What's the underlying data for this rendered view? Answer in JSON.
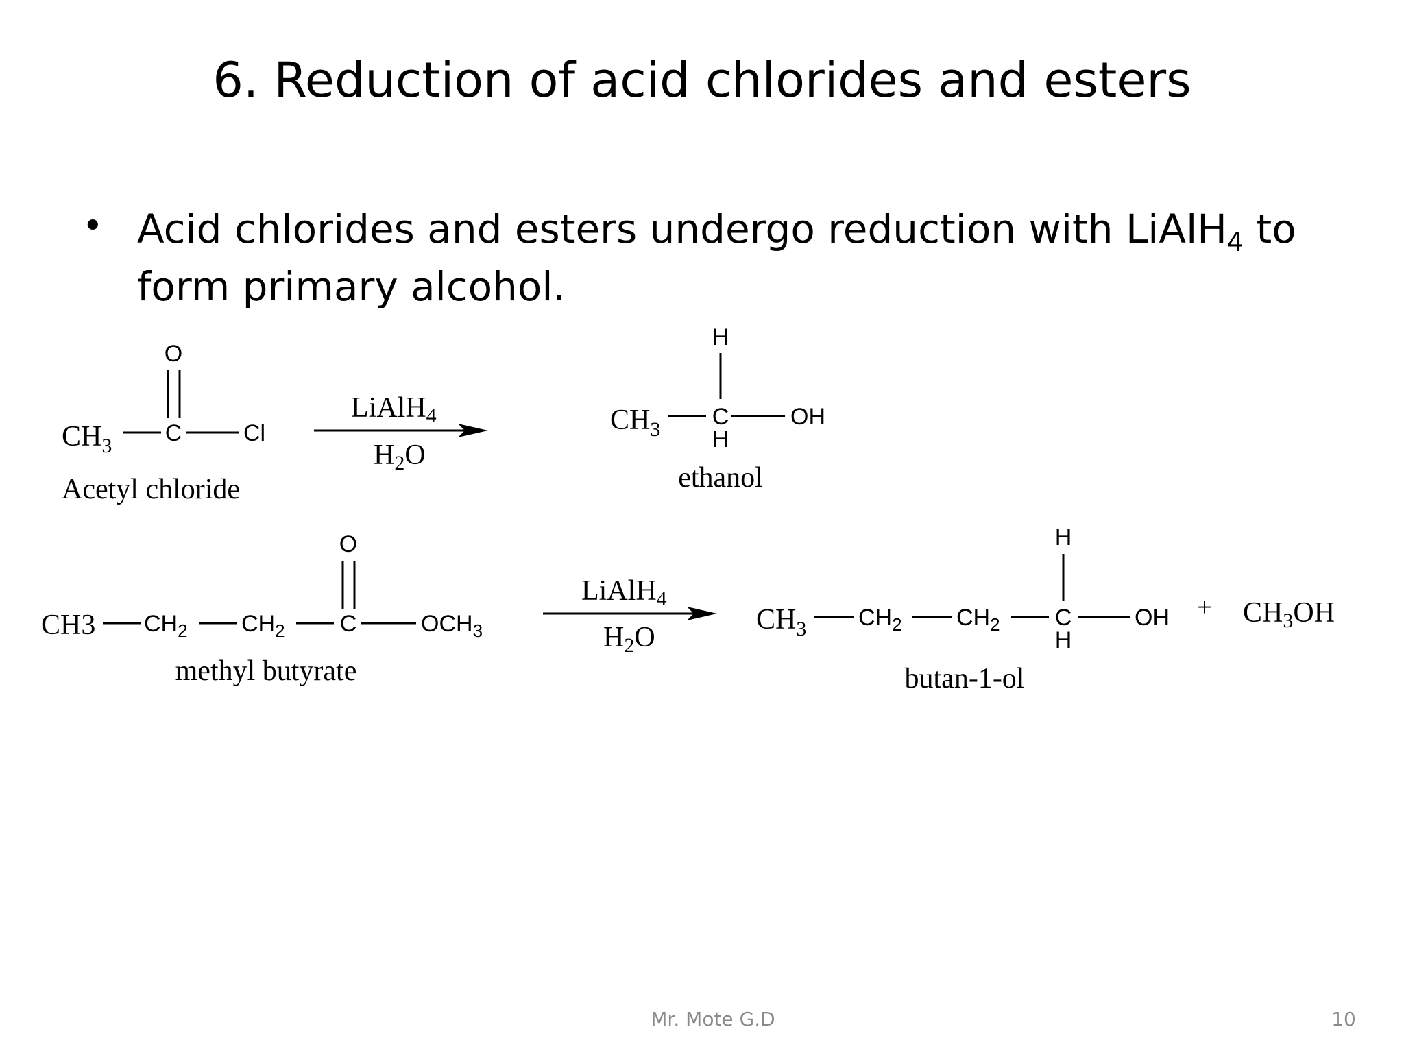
{
  "slide": {
    "title": "6. Reduction of acid chlorides and esters",
    "bullet": {
      "marker": "•",
      "line1_before": "Acid chlorides and esters undergo reduction with LiAlH",
      "line1_sub": "4",
      "line1_after": " to",
      "line2": "form primary alcohol."
    }
  },
  "reaction1": {
    "reactant": {
      "ch3": "CH",
      "ch3_sub": "3",
      "c": "C",
      "o": "O",
      "cl": "Cl",
      "name": "Acetyl chloride"
    },
    "reagent_top": "LiAlH",
    "reagent_top_sub": "4",
    "reagent_bottom": "H",
    "reagent_bottom_sub": "2",
    "reagent_bottom_after": "O",
    "product": {
      "ch3": "CH",
      "ch3_sub": "3",
      "c": "C",
      "h_top": "H",
      "h_bottom": "H",
      "oh": "OH",
      "name": "ethanol"
    }
  },
  "reaction2": {
    "reactant": {
      "ch3": "CH3",
      "ch2a": "CH",
      "ch2a_sub": "2",
      "ch2b": "CH",
      "ch2b_sub": "2",
      "c": "C",
      "o": "O",
      "och3": "OCH",
      "och3_sub": "3",
      "name": "methyl butyrate"
    },
    "reagent_top": "LiAlH",
    "reagent_top_sub": "4",
    "reagent_bottom": "H",
    "reagent_bottom_sub": "2",
    "reagent_bottom_after": "O",
    "product": {
      "ch3": "CH",
      "ch3_sub": "3",
      "ch2a": "CH",
      "ch2a_sub": "2",
      "ch2b": "CH",
      "ch2b_sub": "2",
      "c": "C",
      "h_top": "H",
      "h_bottom": "H",
      "oh": "OH",
      "name": "butan-1-ol"
    },
    "plus": "+",
    "byproduct": "CH",
    "byproduct_sub": "3",
    "byproduct_after": "OH"
  },
  "footer": {
    "author": "Mr. Mote G.D",
    "page": "10"
  }
}
